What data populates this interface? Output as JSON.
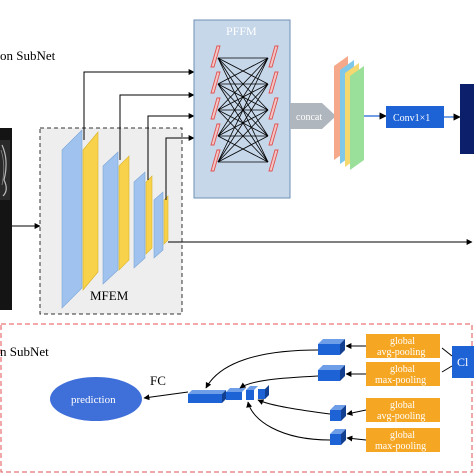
{
  "sections": {
    "top_label": "on SubNet",
    "bottom_label": "n SubNet"
  },
  "modules": {
    "pffm": "PFFM",
    "mfem": "MFEM",
    "concat": "concat",
    "conv": "Conv1×1"
  },
  "bottom": {
    "prediction": "prediction",
    "fc": "FC",
    "pool_boxes": [
      {
        "line1": "global",
        "line2": "avg-pooling"
      },
      {
        "line1": "global",
        "line2": "max-pooling"
      },
      {
        "line1": "global",
        "line2": "avg-pooling"
      },
      {
        "line1": "global",
        "line2": "max-pooling"
      }
    ],
    "side_box": "Cl"
  },
  "colors": {
    "pffm_bg": "#c6d7ea",
    "pffm_border": "#6f8fb4",
    "cube_blue": "#1e63d6",
    "pool_orange": "#f5a623",
    "prediction_blue": "#3f6fd8",
    "dark_navy": "#0b1f6b",
    "layer_blue": "#9fc3ee",
    "layer_yellow": "#f8d24a",
    "red_border": "#e05050"
  }
}
